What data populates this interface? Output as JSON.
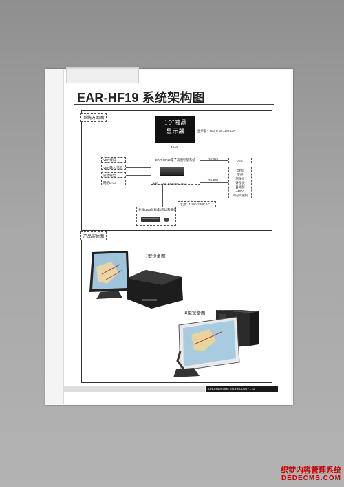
{
  "doc": {
    "title": "EAR-HF19 系统架构图",
    "section_system": "系统方面图",
    "section_products": "产品实体图"
  },
  "diagram": {
    "monitor_line1": "19″液晶",
    "monitor_line2": "显示器",
    "monitor_caption": "显示器：Unit EAR-HF19-02",
    "link_top": "J.I.M",
    "nav_system": "EAR-HF19电子海图导航系统",
    "host_caption": "主机：Unit EAR-HF19-01",
    "inputs": [
      "VDR接口",
      "VBR输入/信息",
      "雷达输出",
      "网络LAN"
    ],
    "rs_top": "RS-422",
    "ais": "AIS",
    "rs_bottom": "RS-232",
    "sensors": [
      "GPS",
      "罗经",
      "测深仪",
      "计程仪",
      "自动舵",
      "ARPA",
      "风向风速仪"
    ],
    "power": "电源：110V~220V AC",
    "peripheral": "外接USB鼠标/轨迹球和键盘"
  },
  "products": {
    "type1": "Ⅰ型设备图",
    "type2": "Ⅱ型设备图"
  },
  "footer": {
    "brand": "ONLI MARITIME TECHNOLOGY LTD"
  },
  "watermark": {
    "line1": "织梦内容管理系统",
    "line2": "DEDECMS.COM"
  }
}
